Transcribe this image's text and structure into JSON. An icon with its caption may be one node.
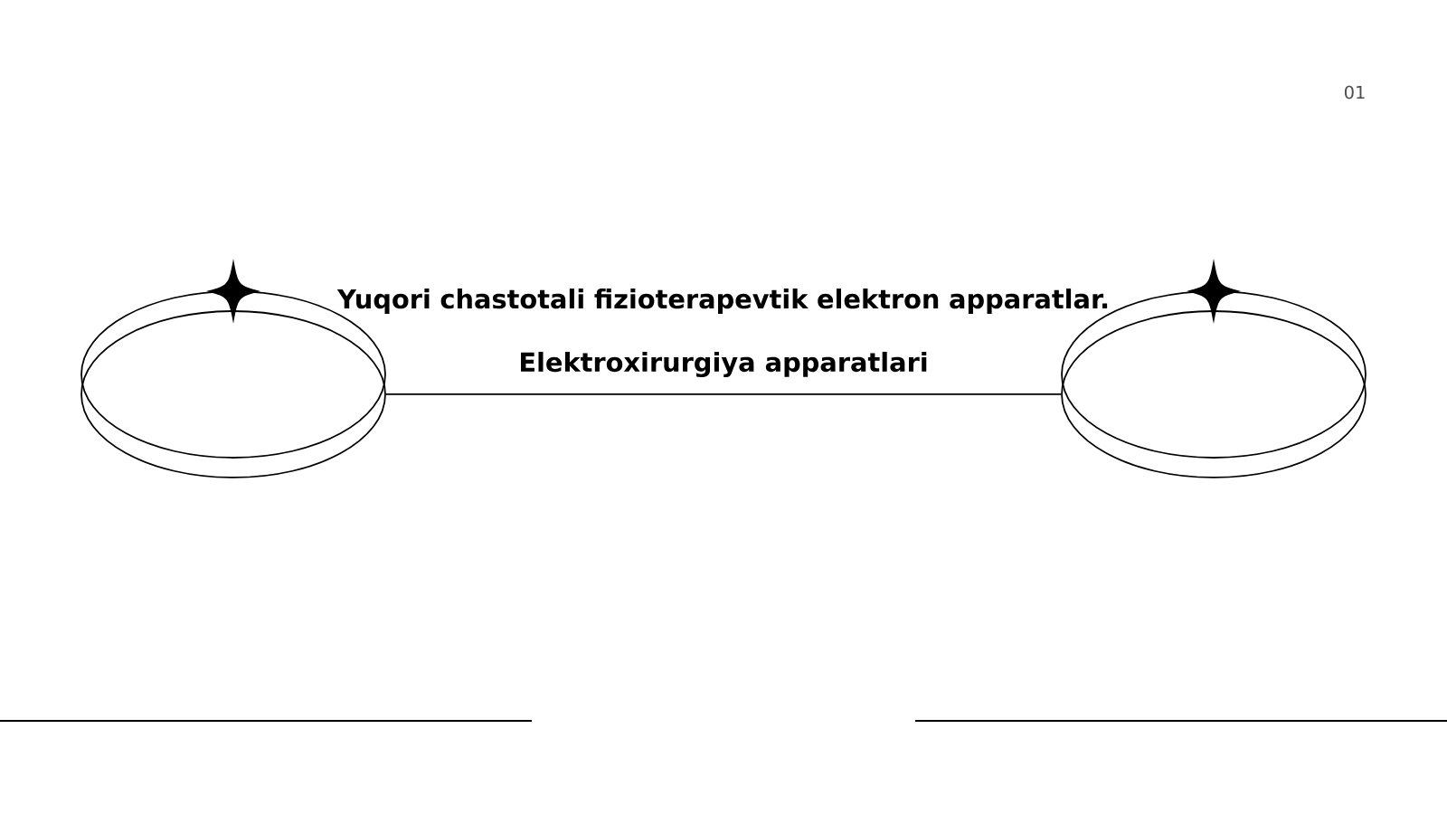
{
  "diagram": {
    "nodes": [
      {
        "text": [],
        "shape": "ellipse"
      },
      {
        "text": [],
        "shape": "ellipse"
      }
    ],
    "edges": [
      {
        "from": 0,
        "to": 1,
        "arrow": "none"
      }
    ],
    "labels": [
      "Yuqori chastotali fizioterapevtik elektron apparatlar.",
      "Elektroxirurgiya apparatlari",
      "01"
    ]
  }
}
